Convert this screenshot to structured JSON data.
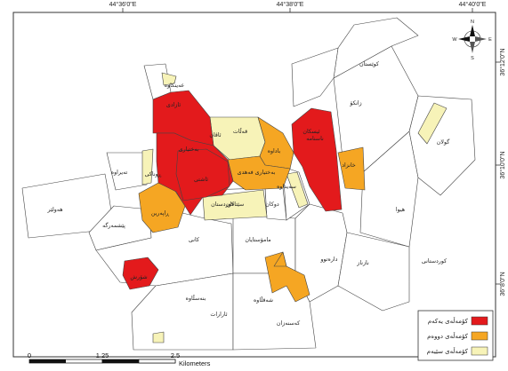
{
  "map": {
    "colors": {
      "class1": "#e31a1c",
      "class2": "#f5a623",
      "class3": "#f7f3b8",
      "other": "#ffffff",
      "border": "#444444"
    },
    "coordinates": {
      "top": [
        "44°36'0\"E",
        "44°38'0\"E",
        "44°40'0\"E"
      ],
      "right": [
        "36°12'0\"N",
        "36°10'0\"N",
        "36°8'0\"N"
      ]
    },
    "districts": [
      {
        "id": "d1",
        "class": "class1",
        "label": "ئازادی"
      },
      {
        "id": "d2",
        "class": "class1",
        "label": "بەختیاری"
      },
      {
        "id": "d3",
        "class": "class1",
        "label": "ئاشتی"
      },
      {
        "id": "d4",
        "class": "class1",
        "label": "ئیسکان"
      },
      {
        "id": "d5",
        "class": "class1",
        "label": "شۆرش"
      },
      {
        "id": "d6",
        "class": "class2",
        "label": "باداوە"
      },
      {
        "id": "d7",
        "class": "class2",
        "label": "بەختیاری فەهدی"
      },
      {
        "id": "d8",
        "class": "class2",
        "label": "ڕاپەرین"
      },
      {
        "id": "d9",
        "class": "class2",
        "label": "شەقڵاوە"
      },
      {
        "id": "d10",
        "class": "class2",
        "label": "کەسنەزان"
      },
      {
        "id": "d11",
        "class": "class2",
        "label": "خانزاد"
      },
      {
        "id": "d12",
        "class": "class3",
        "label": "قەڵات"
      },
      {
        "id": "d13",
        "class": "class3",
        "label": "ڕوناکی"
      },
      {
        "id": "d14",
        "class": "class3",
        "label": "گولان"
      },
      {
        "id": "d15",
        "class": "class3",
        "label": "کوردستان"
      },
      {
        "id": "d16",
        "class": "class3",
        "label": "سەیداوە"
      },
      {
        "id": "d17",
        "class": "other",
        "label": "بنەسڵاوە"
      },
      {
        "id": "d18",
        "class": "other",
        "label": "زانکۆ"
      },
      {
        "id": "d19",
        "class": "other",
        "label": "کوێستان"
      },
      {
        "id": "d20",
        "class": "other",
        "label": "هەولێر"
      },
      {
        "id": "d21",
        "class": "other",
        "label": "هیوا"
      },
      {
        "id": "d22",
        "class": "other",
        "label": "نازناز"
      },
      {
        "id": "d23",
        "class": "other",
        "label": "دارەتوو"
      },
      {
        "id": "d24",
        "class": "other",
        "label": "مامۆستایان"
      },
      {
        "id": "d25",
        "class": "other",
        "label": "کانی"
      },
      {
        "id": "d26",
        "class": "other",
        "label": "سێتاقان"
      },
      {
        "id": "d27",
        "class": "other",
        "label": "ئاڤان"
      },
      {
        "id": "d28",
        "class": "other",
        "label": "پێشمەرگە"
      },
      {
        "id": "d29",
        "class": "other",
        "label": "تەیراوە"
      },
      {
        "id": "d30",
        "class": "other",
        "label": "عەینکاوە"
      },
      {
        "id": "d31",
        "class": "other",
        "label": "دوکان"
      },
      {
        "id": "d32",
        "class": "other",
        "label": "ناسنامە"
      },
      {
        "id": "d33",
        "class": "other",
        "label": "ئارارات"
      },
      {
        "id": "d34",
        "class": "other",
        "label": "کوردستانی"
      }
    ],
    "legend": [
      {
        "class": "class1",
        "label": "کۆمەڵەی یەکەم"
      },
      {
        "class": "class2",
        "label": "کۆمەڵەی دووەم"
      },
      {
        "class": "class3",
        "label": "کۆمەڵەی سێیەم"
      }
    ],
    "scale": {
      "ticks": [
        "0",
        "1.25",
        "2.5"
      ],
      "unit": "Kilometers"
    },
    "compass": {
      "n": "N",
      "s": "S",
      "e": "E",
      "w": "W"
    }
  }
}
